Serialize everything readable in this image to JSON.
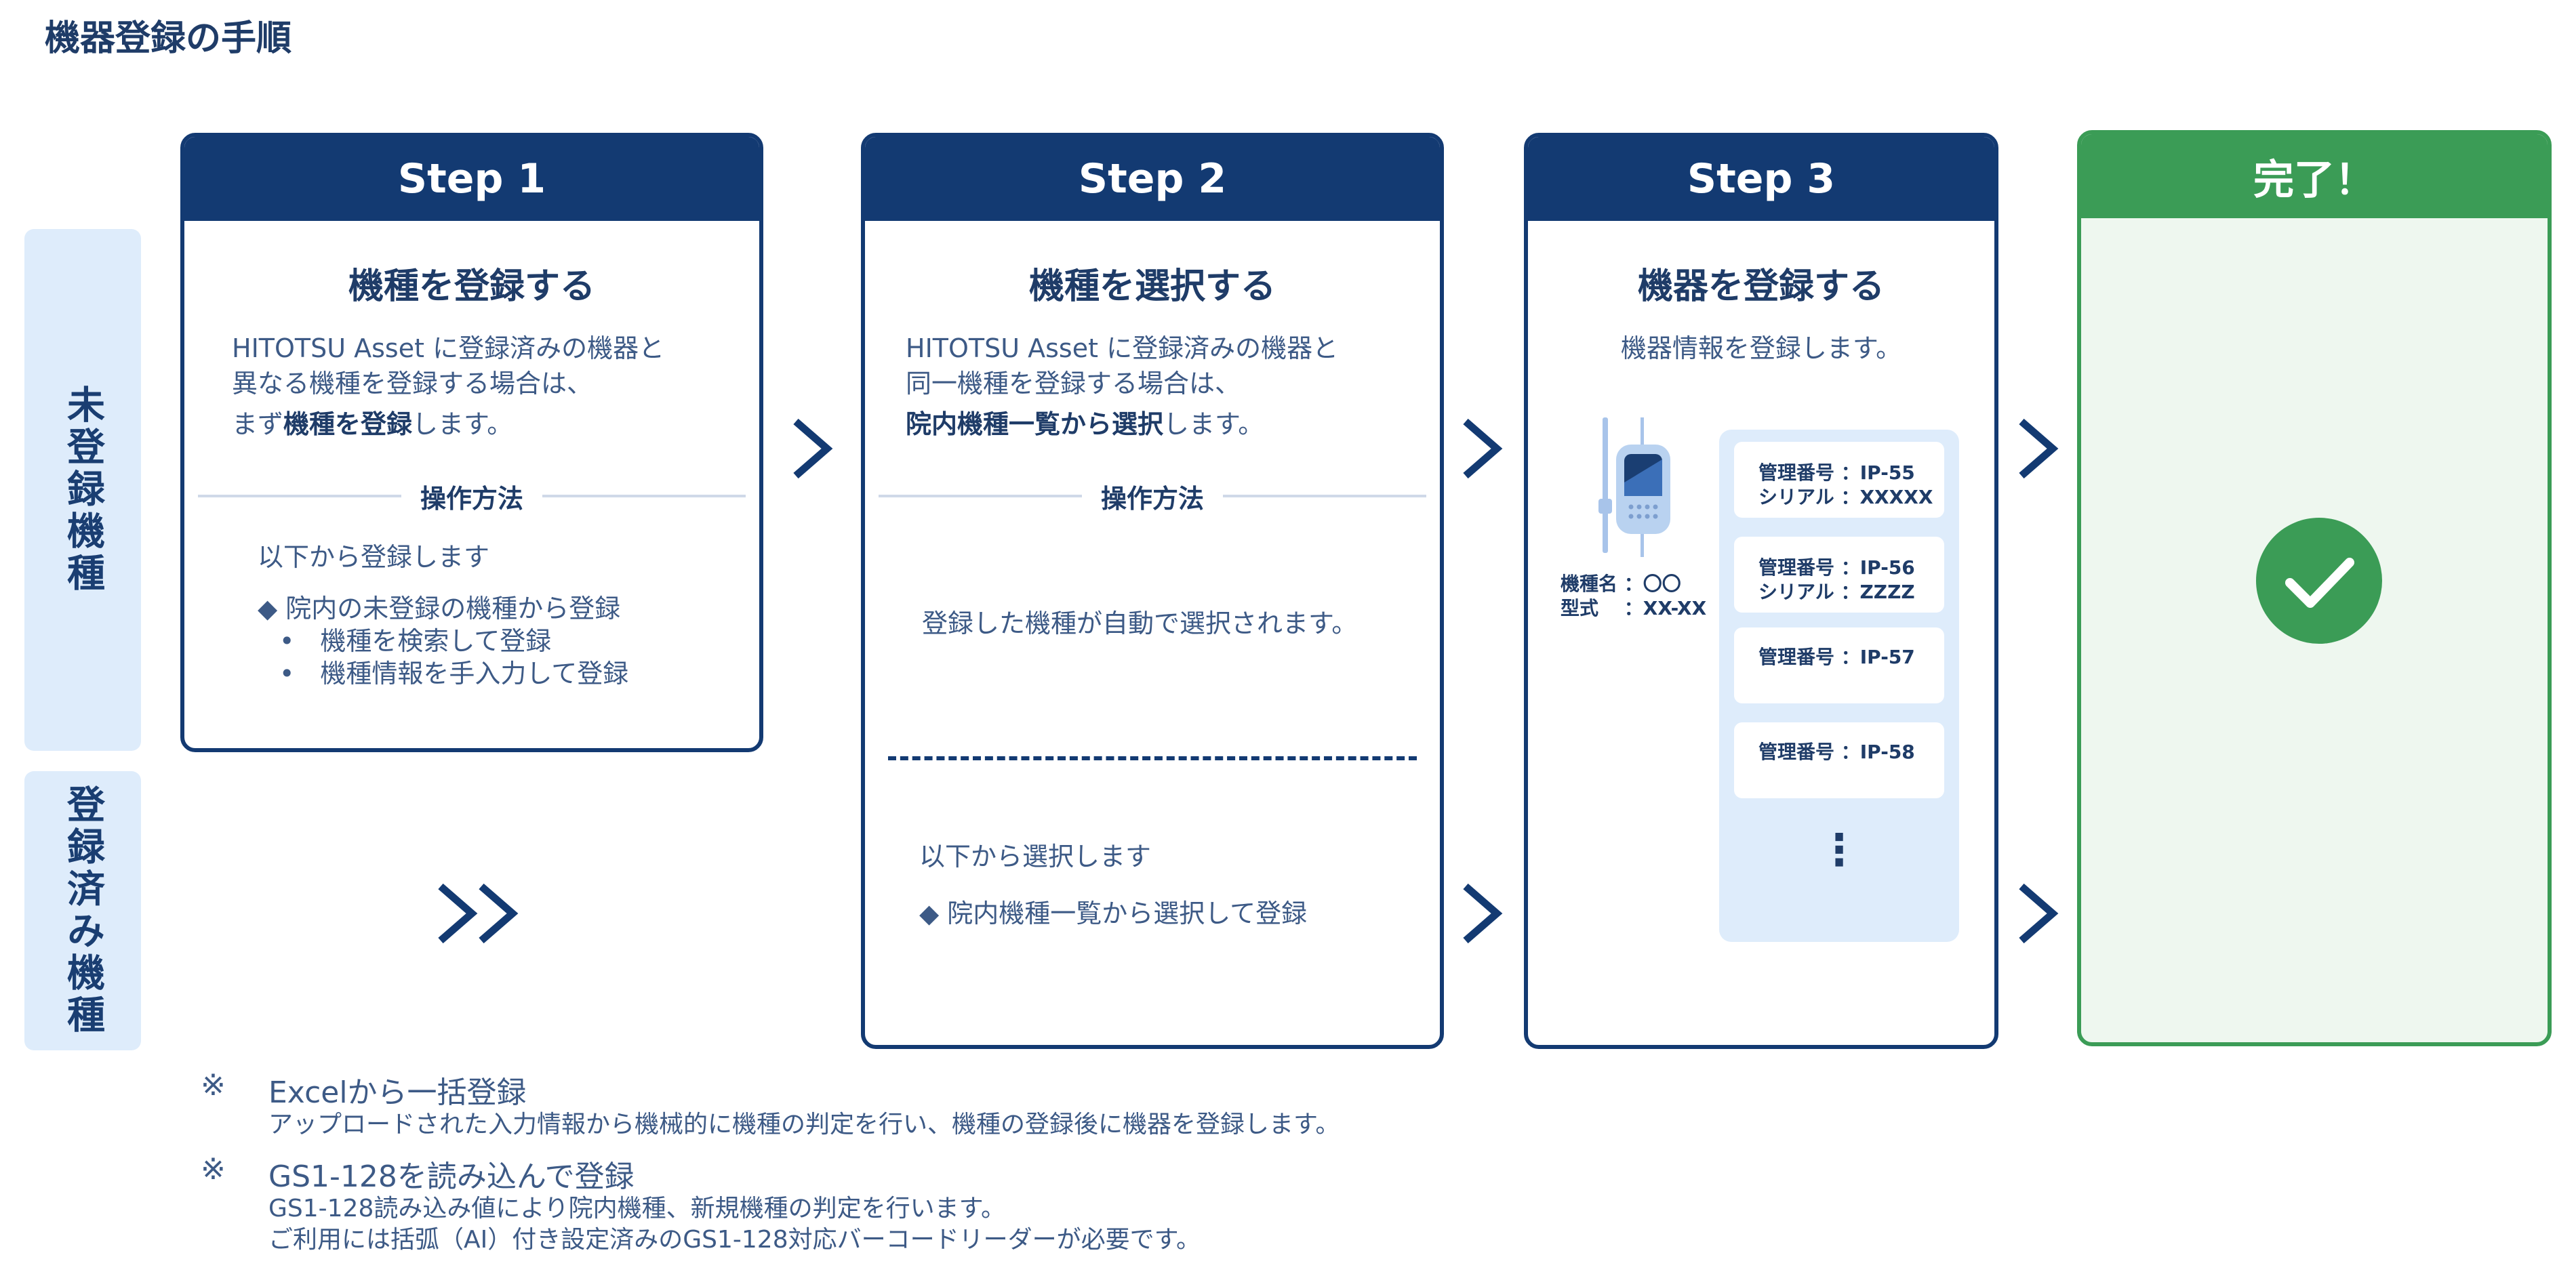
{
  "title": "機器登録の手順",
  "row_labels": {
    "unregistered": "未登録機種",
    "registered": "登録済み機種"
  },
  "step1": {
    "header": "Step 1",
    "title": "機種を登録する",
    "line1": "HITOTSU Asset に登録済みの機器と",
    "line2": "異なる機種を登録する場合は、",
    "line3_pre": "まず",
    "line3_bold": "機種を登録",
    "line3_post": "します。",
    "op_label": "操作方法",
    "op_intro": "以下から登録します",
    "op_item": "◆ 院内の未登録の機種から登録",
    "op_sub1": "•　機種を検索して登録",
    "op_sub2": "•　機種情報を手入力して登録"
  },
  "step2": {
    "header": "Step 2",
    "title": "機種を選択する",
    "line1": "HITOTSU Asset に登録済みの機器と",
    "line2": "同一機種を登録する場合は、",
    "line3_bold": "院内機種一覧から選択",
    "line3_post": "します。",
    "op_label": "操作方法",
    "auto_text": "登録した機種が自動で選択されます。",
    "op_intro": "以下から選択します",
    "op_item": "◆ 院内機種一覧から選択して登録"
  },
  "step3": {
    "header": "Step 3",
    "title": "機器を登録する",
    "line1": "機器情報を登録します。",
    "device_name_label": "機種名",
    "device_name_value": "：〇〇",
    "device_model_label": "型式",
    "device_model_value": "：XX-XX",
    "items": [
      {
        "l1": "管理番号 ：IP-55",
        "l2": "シリアル ：XXXXX"
      },
      {
        "l1": "管理番号 ：IP-56",
        "l2": "シリアル ：ZZZZ"
      },
      {
        "l1": "管理番号 ：IP-57",
        "l2": ""
      },
      {
        "l1": "管理番号 ：IP-58",
        "l2": ""
      }
    ],
    "more": "⋮"
  },
  "done": {
    "header": "完了！"
  },
  "notes": [
    {
      "mark": "※",
      "title": "Excelから一括登録",
      "lines": [
        "アップロードされた入力情報から機械的に機種の判定を行い、機種の登録後に機器を登録します。"
      ]
    },
    {
      "mark": "※",
      "title": "GS1-128を読み込んで登録",
      "lines": [
        "GS1-128読み込み値により院内機種、新規機種の判定を行います。",
        "ご利用には括弧（AI）付き設定済みのGS1-128対応バーコードリーダーが必要です。"
      ]
    }
  ],
  "colors": {
    "navy": "#133a72",
    "green": "#3b9c56",
    "light_blue": "#deecfb",
    "light_green": "#eef7ef"
  },
  "icons": [
    "chevron-right-icon",
    "double-chevron-right-icon",
    "checkmark-icon",
    "medical-device-icon"
  ]
}
